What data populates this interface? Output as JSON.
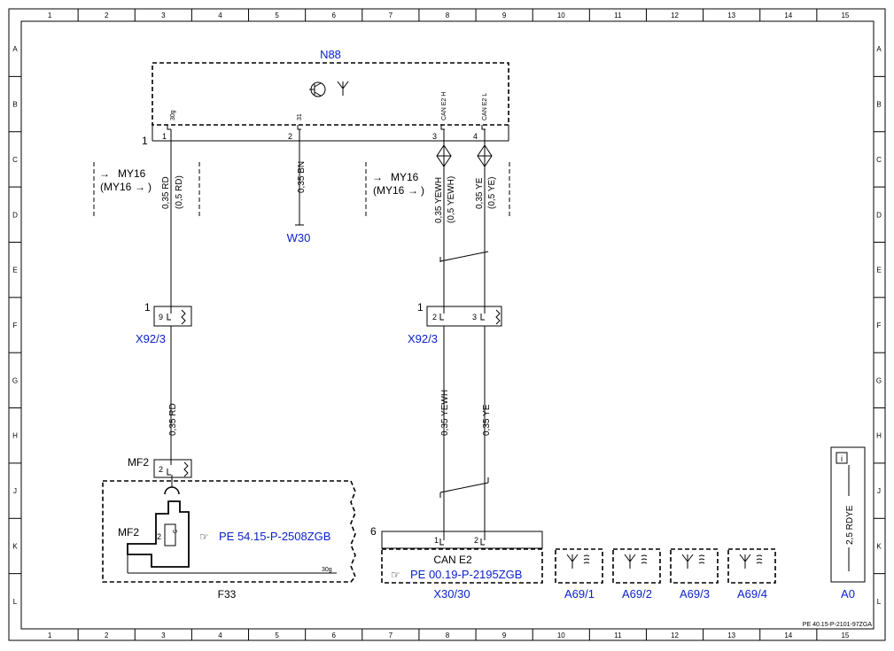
{
  "grid": {
    "cols": [
      "1",
      "2",
      "3",
      "4",
      "5",
      "6",
      "7",
      "8",
      "9",
      "10",
      "11",
      "12",
      "13",
      "14",
      "15"
    ],
    "rows": [
      "A",
      "B",
      "C",
      "D",
      "E",
      "F",
      "G",
      "H",
      "J",
      "K",
      "L"
    ]
  },
  "n88": {
    "title": "N88",
    "pin_names": [
      "30g",
      "31",
      "CAN E2 H",
      "CAN E2 L"
    ],
    "pins": [
      "1",
      "2",
      "3",
      "4"
    ],
    "block_index": "1"
  },
  "my16": {
    "left": {
      "line1": "MY16",
      "line2": "(MY16",
      "line2_end": ")"
    },
    "right": {
      "line1": "MY16",
      "line2": "(MY16",
      "line2_end": ")"
    }
  },
  "wires": {
    "w1_top": "0,35 RD",
    "w1_top_alt": "(0,5 RD)",
    "w2": "0,35 BN",
    "w3_top": "0,35 YEWH",
    "w3_top_alt": "(0,5 YEWH)",
    "w4_top": "0,35 YE",
    "w4_top_alt": "(0,5 YE)",
    "w1_bottom": "0,35 RD",
    "w3_bottom": "0,35 YEWH",
    "w4_bottom": "0,35 YE",
    "a0_wire": "2,5 RDYE"
  },
  "ground": "W30",
  "x92_left": {
    "name": "X92/3",
    "index": "1",
    "pin": "9"
  },
  "x92_right": {
    "name": "X92/3",
    "index": "1",
    "pin_a": "2",
    "pin_b": "3"
  },
  "f33": {
    "name": "F33",
    "mf2_top": "MF2",
    "mf2_top_pin": "2",
    "mf2_left": "MF2",
    "fuse_pin": "2",
    "fuse_value": "5",
    "ref": "PE 54.15-P-2508ZGB",
    "bus": "30g"
  },
  "x30": {
    "name": "X30/30",
    "index": "6",
    "title": "CAN E2",
    "pin_a": "1",
    "pin_b": "2",
    "ref": "PE 00.19-P-2195ZGB"
  },
  "antennas": [
    "A69/1",
    "A69/2",
    "A69/3",
    "A69/4"
  ],
  "a0": {
    "name": "A0",
    "info": "i"
  },
  "doc_ref": "PE 40.15-P-2101-97ZGA",
  "colors": {
    "label_blue": "#0a22c8",
    "line": "#000000"
  }
}
